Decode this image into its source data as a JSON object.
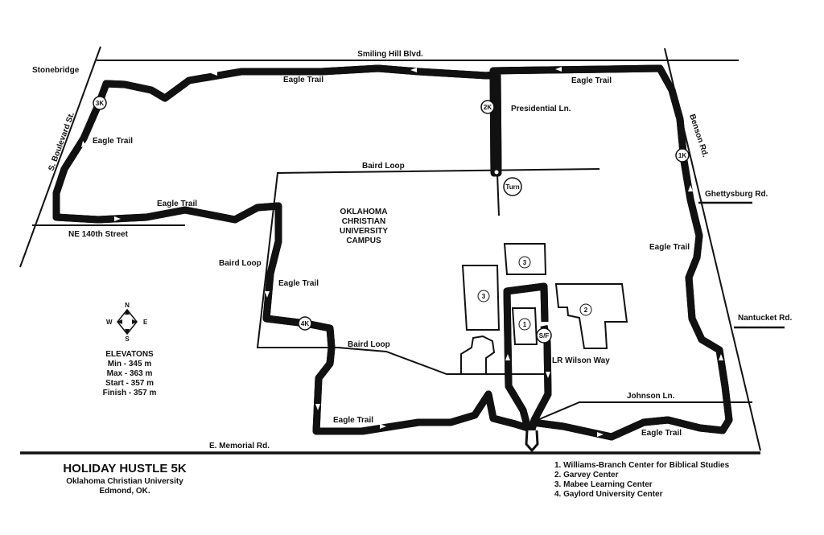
{
  "title": "HOLIDAY HUSTLE 5K",
  "subtitle": "Oklahoma Christian University",
  "location": "Edmond, OK.",
  "campus_label": [
    "OKLAHOMA",
    "CHRISTIAN",
    "UNIVERSITY",
    "CAMPUS"
  ],
  "roads": {
    "smiling_hill": "Smiling Hill Blvd.",
    "stonebridge": "Stonebridge",
    "boulevard": "S. Boulevard St.",
    "ne140": "NE 140th Street",
    "benson": "Benson Rd.",
    "ghettysburg": "Ghettysburg Rd.",
    "nantucket": "Nantucket Rd.",
    "presidential": "Presidential Ln.",
    "baird_top": "Baird Loop",
    "baird_left": "Baird Loop",
    "baird_bottom": "Baird Loop",
    "lr_wilson": "LR Wilson Way",
    "johnson": "Johnson Ln.",
    "memorial": "E. Memorial Rd."
  },
  "trail_labels": [
    "Eagle Trail",
    "Eagle Trail",
    "Eagle Trail",
    "Eagle Trail",
    "Eagle Trail",
    "Eagle Trail",
    "Eagle Trail",
    "Eagle Trail"
  ],
  "markers": {
    "k1": "1K",
    "k2": "2K",
    "k3": "3K",
    "k4": "4K",
    "sf": "S/F",
    "turn": "Turn"
  },
  "buildings": {
    "b1": "1",
    "b2": "2",
    "b3a": "3",
    "b3b": "3"
  },
  "compass": {
    "n": "N",
    "s": "S",
    "e": "E",
    "w": "W"
  },
  "elevations": {
    "heading": "ELEVATONS",
    "min": "Min - 345 m",
    "max": "Max - 363 m",
    "start": "Start - 357 m",
    "finish": "Finish - 357 m"
  },
  "legend": [
    "1. Williams-Branch Center for Biblical Studies",
    "2. Garvey Center",
    "3. Mabee Learning Center",
    "4. Gaylord University Center"
  ]
}
